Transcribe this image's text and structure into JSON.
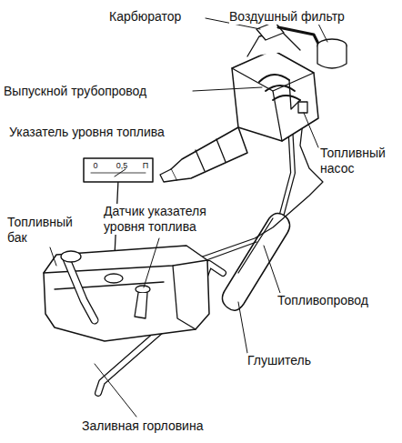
{
  "diagram": {
    "labels": [
      "Карбюратор",
      "Воздушный фильтр",
      "Выпускной трубопровод",
      "Топливный насос",
      "Указатель уровня топлива",
      "0",
      "0,5",
      "П",
      "Топливный бак",
      "Датчик указателя уровня топлива",
      "Топливопровод",
      "Глушитель",
      "Заливная горловина"
    ]
  }
}
